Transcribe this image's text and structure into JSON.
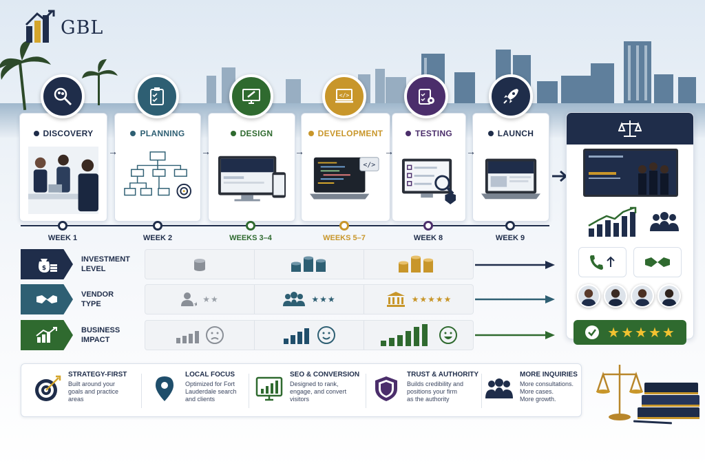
{
  "brand": {
    "name": "GBL"
  },
  "colors": {
    "navy": "#1f2d4a",
    "teal": "#2e5f73",
    "green": "#2f6a2f",
    "gold": "#c8962a",
    "purple": "#4b2e6b",
    "accent_gold": "#d4a52c"
  },
  "phases": [
    {
      "title": "DISCOVERY",
      "week": "WEEK 1",
      "icon": "magnifier-people-icon",
      "color": "#1f2d4a"
    },
    {
      "title": "PLANNING",
      "week": "WEEK 2",
      "icon": "clipboard-plan-icon",
      "color": "#2e5f73"
    },
    {
      "title": "DESIGN",
      "week": "WEEKS 3–4",
      "icon": "monitor-pen-icon",
      "color": "#2f6a2f"
    },
    {
      "title": "DEVELOPMENT",
      "week": "WEEKS 5–7",
      "icon": "code-laptop-icon",
      "color": "#c8962a"
    },
    {
      "title": "TESTING",
      "week": "WEEK 8",
      "icon": "checklist-gear-icon",
      "color": "#4b2e6b"
    },
    {
      "title": "LAUNCH",
      "week": "WEEK 9",
      "icon": "rocket-icon",
      "color": "#1f2d4a"
    }
  ],
  "rows": [
    {
      "label_line1": "INVESTMENT",
      "label_line2": "LEVEL",
      "icon": "money-bag-icon",
      "color": "#1f2d4a"
    },
    {
      "label_line1": "VENDOR",
      "label_line2": "TYPE",
      "icon": "handshake-icon",
      "color": "#2e5f73"
    },
    {
      "label_line1": "BUSINESS",
      "label_line2": "IMPACT",
      "icon": "growth-chart-icon",
      "color": "#2f6a2f"
    }
  ],
  "vendor_stars": [
    "★★",
    "★★★",
    "★★★★★"
  ],
  "rating": {
    "stars": "★★★★★"
  },
  "benefits": [
    {
      "title": "STRATEGY-FIRST",
      "desc": [
        "Built around your",
        "goals and practice",
        "areas"
      ],
      "icon": "target-icon"
    },
    {
      "title": "LOCAL FOCUS",
      "desc": [
        "Optimized for Fort",
        "Lauderdale search",
        "and clients"
      ],
      "icon": "map-pin-icon"
    },
    {
      "title": "SEO & CONVERSION",
      "desc": [
        "Designed to rank,",
        "engage, and convert",
        "visitors"
      ],
      "icon": "seo-chart-icon"
    },
    {
      "title": "TRUST & AUTHORITY",
      "desc": [
        "Builds credibility and",
        "positions your firm",
        "as the authority"
      ],
      "icon": "shield-icon"
    },
    {
      "title": "MORE INQUIRIES",
      "desc": [
        "More consultations.",
        "More cases.",
        "More growth."
      ],
      "icon": "group-people-icon"
    }
  ]
}
